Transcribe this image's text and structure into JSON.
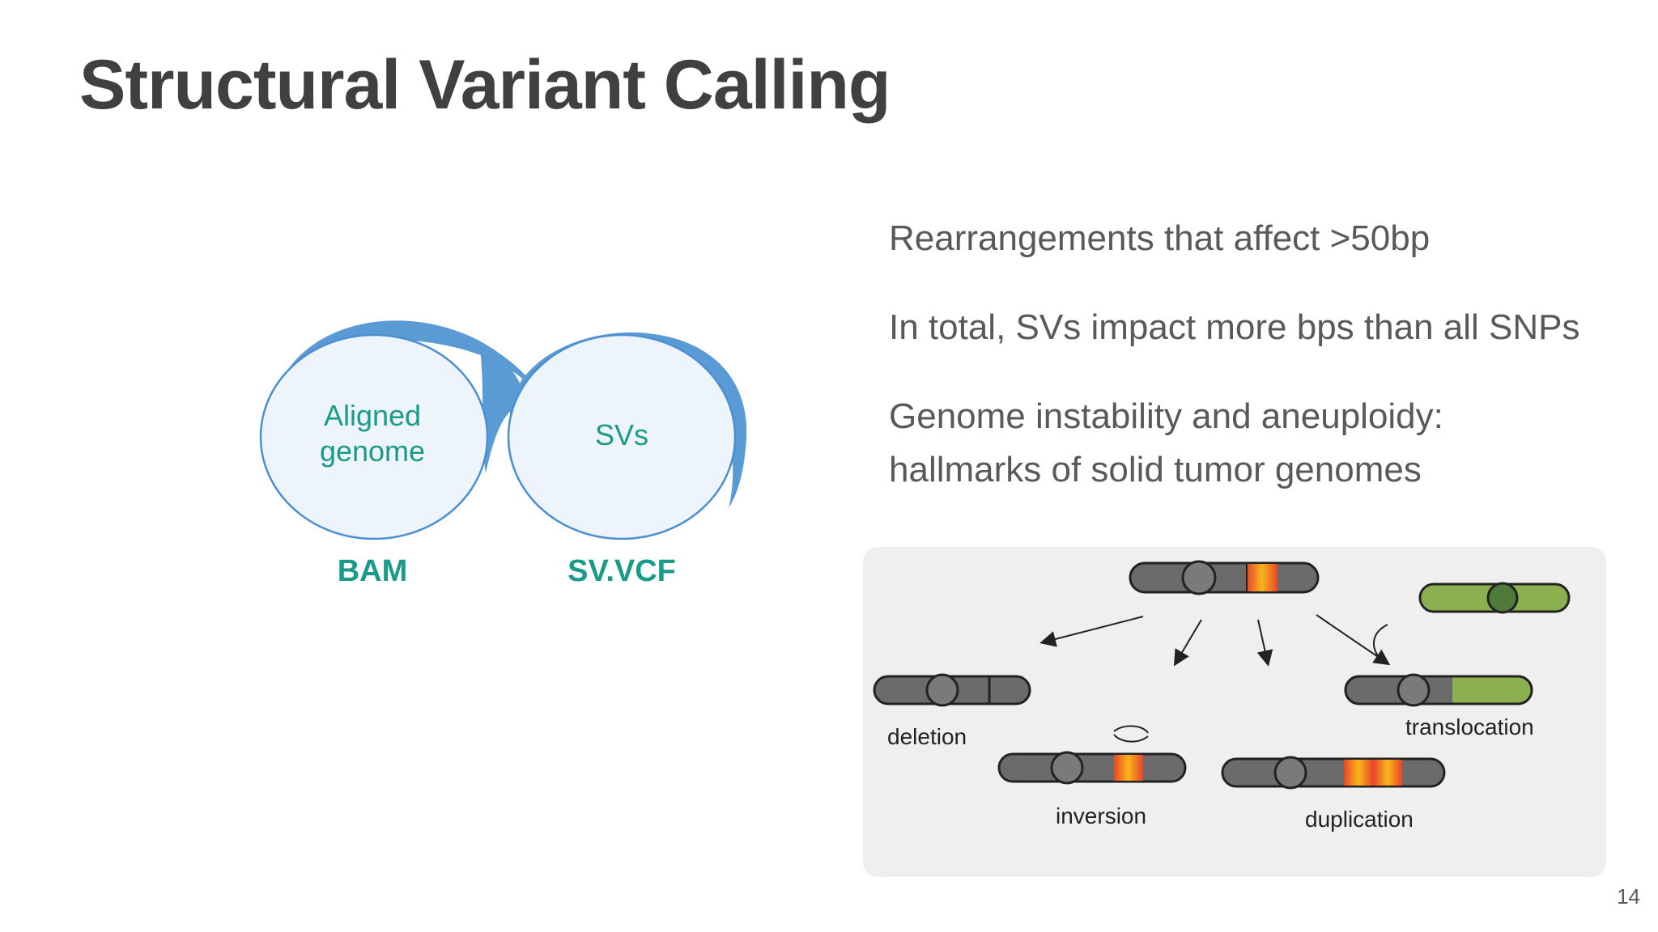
{
  "slide": {
    "title": "Structural Variant Calling",
    "page_number": "14"
  },
  "bullets": [
    {
      "lines": [
        "Rearrangements  that affect >50bp"
      ]
    },
    {
      "lines": [
        "In total, SVs impact more bps than all SNPs"
      ]
    },
    {
      "lines": [
        "Genome instability and aneuploidy:",
        "hallmarks of solid tumor genomes"
      ]
    }
  ],
  "venn": {
    "left_circle_lines": [
      "Aligned",
      "genome"
    ],
    "right_circle_text": "SVs",
    "left_caption": "BAM",
    "right_caption": "SV.VCF",
    "colors": {
      "circle_fill": "#eef4fb",
      "circle_outline": "#4a8fd1",
      "crescent": "#5b9bd5",
      "text": "#1a9a88"
    }
  },
  "sv_figure": {
    "labels": {
      "deletion": "deletion",
      "inversion": "inversion",
      "duplication": "duplication",
      "translocation": "translocation"
    },
    "colors": {
      "background": "#efefef",
      "chromosome": "#6b6b6b",
      "centromere": "#7a7a7a",
      "band_gradient": [
        "#e8452a",
        "#f8b61c",
        "#e8452a"
      ],
      "translocated": "#8bb04f",
      "outline": "#222222"
    }
  }
}
